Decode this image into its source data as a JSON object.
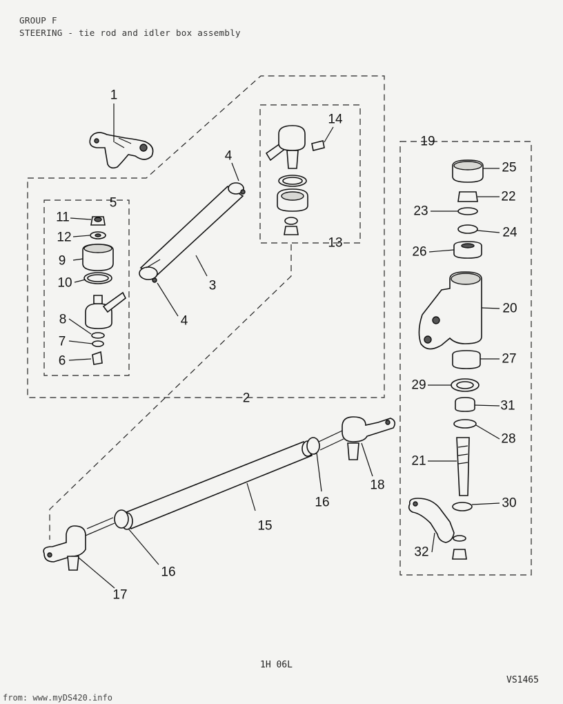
{
  "header": {
    "group": "GROUP F",
    "title": "STEERING - tie rod and idler box assembly"
  },
  "callouts": [
    "1",
    "2",
    "3",
    "4",
    "4",
    "5",
    "6",
    "7",
    "8",
    "9",
    "10",
    "11",
    "12",
    "13",
    "14",
    "15",
    "16",
    "16",
    "17",
    "18",
    "19",
    "20",
    "21",
    "22",
    "23",
    "24",
    "25",
    "26",
    "27",
    "28",
    "29",
    "30",
    "31",
    "32"
  ],
  "footer": {
    "page_ref": "1H 06L",
    "drawing_ref": "VS1465",
    "source": "from: www.myDS420.info"
  }
}
